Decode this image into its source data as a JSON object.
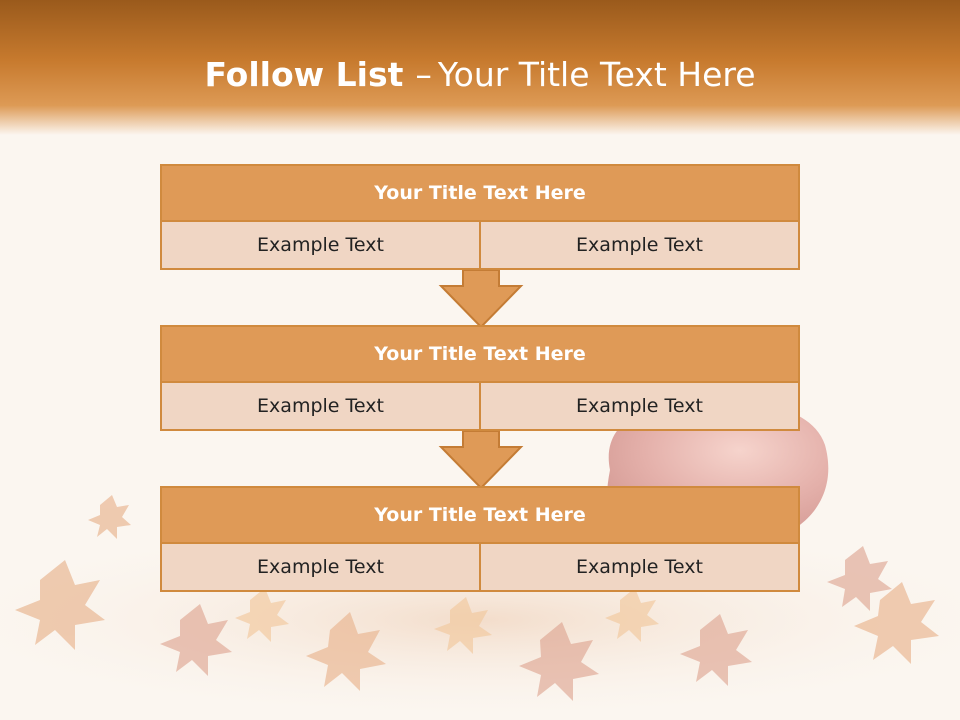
{
  "slide": {
    "title_bold": "Follow List",
    "title_sep": "–",
    "title_rest": "Your Title Text Here"
  },
  "blocks": [
    {
      "title": "Your Title Text Here",
      "left": "Example Text",
      "right": "Example Text"
    },
    {
      "title": "Your Title Text Here",
      "left": "Example Text",
      "right": "Example Text"
    },
    {
      "title": "Your Title Text Here",
      "left": "Example Text",
      "right": "Example Text"
    }
  ],
  "colors": {
    "header": "#c77a2e",
    "block_title": "#df9a57",
    "block_body": "#f0d6c4",
    "border": "#d08a3e"
  }
}
